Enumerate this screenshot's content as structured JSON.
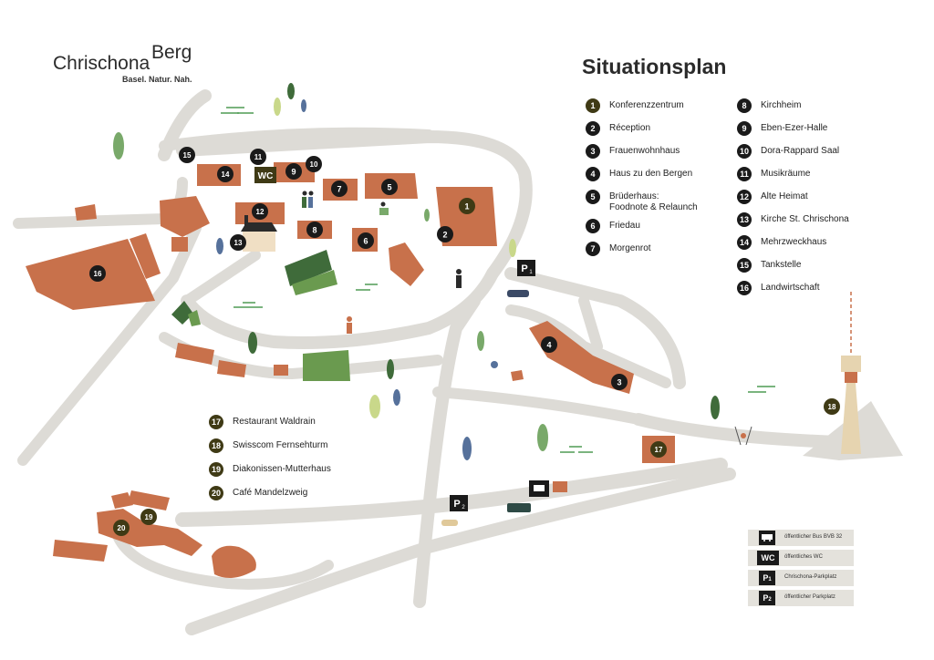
{
  "brand": {
    "name": "Chrischona",
    "suffix": "Berg",
    "tagline": "Basel. Natur. Nah."
  },
  "title": "Situationsplan",
  "legend_main": [
    {
      "n": "1",
      "label": "Konferenzzentrum"
    },
    {
      "n": "2",
      "label": "Réception"
    },
    {
      "n": "3",
      "label": "Frauenwohnhaus"
    },
    {
      "n": "4",
      "label": "Haus zu den Bergen"
    },
    {
      "n": "5",
      "label": "Brüderhaus:",
      "label2": "Foodnote & Relaunch"
    },
    {
      "n": "6",
      "label": "Friedau"
    },
    {
      "n": "7",
      "label": "Morgenrot"
    },
    {
      "n": "8",
      "label": "Kirchheim"
    },
    {
      "n": "9",
      "label": "Eben-Ezer-Halle"
    },
    {
      "n": "10",
      "label": "Dora-Rappard Saal"
    },
    {
      "n": "11",
      "label": "Musikräume"
    },
    {
      "n": "12",
      "label": "Alte Heimat"
    },
    {
      "n": "13",
      "label": "Kirche St. Chrischona"
    },
    {
      "n": "14",
      "label": "Mehrzweckhaus"
    },
    {
      "n": "15",
      "label": "Tankstelle"
    },
    {
      "n": "16",
      "label": "Landwirtschaft"
    }
  ],
  "legend_secondary": [
    {
      "n": "17",
      "label": "Restaurant Waldrain"
    },
    {
      "n": "18",
      "label": "Swisscom Fernsehturm"
    },
    {
      "n": "19",
      "label": "Diakonissen-Mutterhaus"
    },
    {
      "n": "20",
      "label": "Café Mandelzweig"
    }
  ],
  "key": [
    {
      "icon": "bus-icon",
      "symbol": "",
      "label": "öffentlicher Bus BVB 32"
    },
    {
      "icon": "wc-icon",
      "symbol": "WC",
      "label": "öffentliches WC"
    },
    {
      "icon": "parking-icon",
      "symbol": "P",
      "sub": "1",
      "label": "Chrischona-Parkplatz"
    },
    {
      "icon": "parking-icon",
      "symbol": "P",
      "sub": "2",
      "label": "öffentlicher Parkplatz"
    }
  ],
  "map_labels": {
    "wc": "WC",
    "p": "P",
    "p1_sub": "1",
    "p2_sub": "2"
  },
  "colors": {
    "road": "#dddbd6",
    "building": "#c8714b",
    "marker": "#1a1a1a",
    "marker_olive": "#3f3a15",
    "meadow_dark": "#3f6b3a",
    "meadow_light": "#6a9a4f",
    "tree_green": "#79a96a",
    "tree_blue": "#56719b"
  }
}
